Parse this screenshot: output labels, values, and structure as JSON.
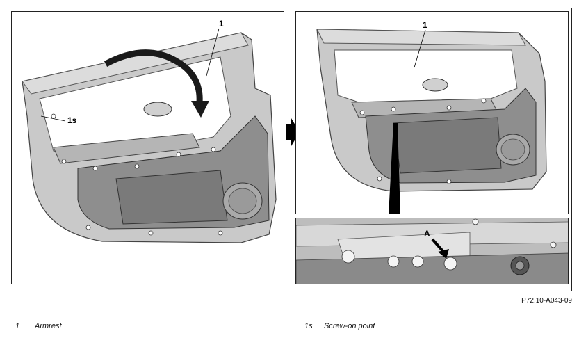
{
  "callouts": {
    "left_armrest": "1",
    "left_screw": "1s",
    "right_armrest": "1",
    "detail_point": "A"
  },
  "figure_ref": "P72.10-A043-09",
  "legend": [
    {
      "key": "1",
      "label": "Armrest"
    },
    {
      "key": "1s",
      "label": "Screw-on point"
    }
  ]
}
